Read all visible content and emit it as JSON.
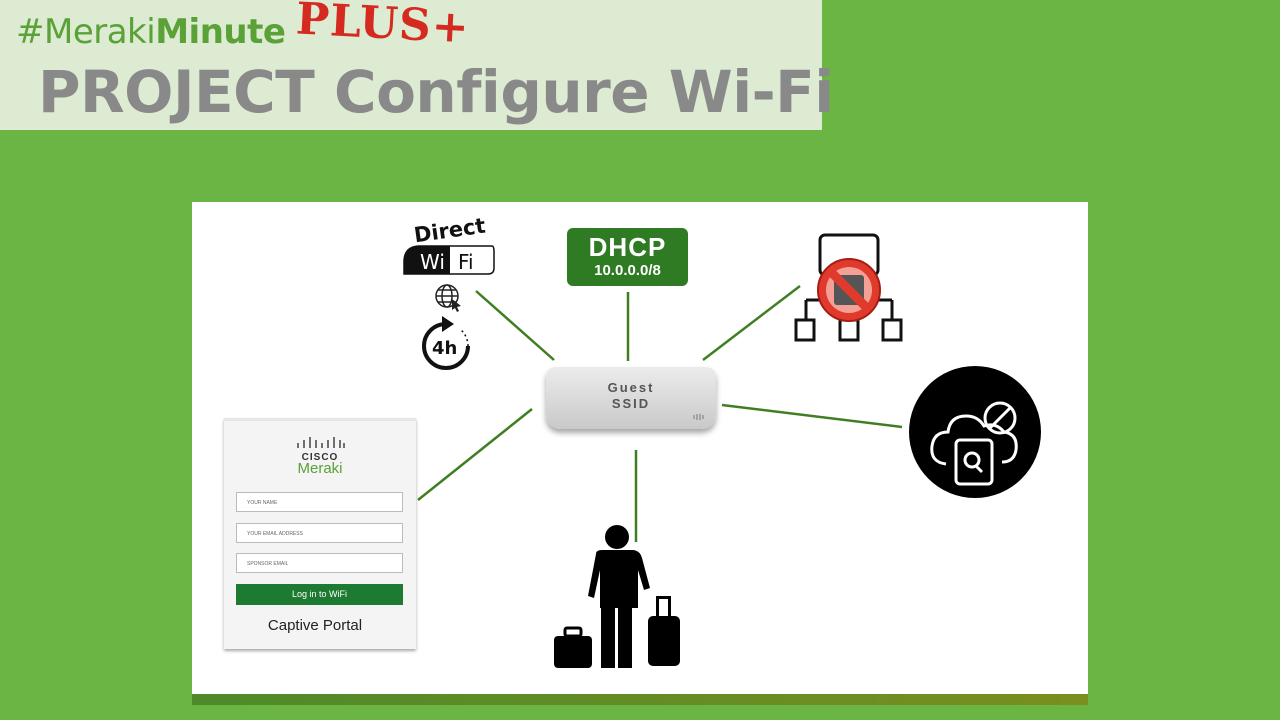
{
  "header": {
    "hashtag_part1": "#Meraki",
    "hashtag_part2": "Minute",
    "plus": "PLUS+",
    "title": "PROJECT Configure Wi-Fi"
  },
  "dhcp": {
    "label": "DHCP",
    "subnet": "10.0.0.0/8"
  },
  "access_point": {
    "line1": "Guest",
    "line2": "SSID"
  },
  "wifi_direct": {
    "word1": "Direct",
    "word2": "Wi",
    "word3": "Fi",
    "timer": "4h"
  },
  "captive_portal": {
    "brand1": "CISCO",
    "brand2": "Meraki",
    "field_name": "YOUR NAME",
    "field_email": "YOUR EMAIL ADDRESS",
    "field_sponsor": "SPONSOR EMAIL",
    "button": "Log in to WiFi",
    "caption": "Captive Portal"
  },
  "colors": {
    "background": "#6bb545",
    "header_bg": "#dcebd1",
    "accent_green": "#5aa137",
    "dhcp_green": "#2f7b24",
    "plus_red": "#d42a1f",
    "title_gray": "#898989"
  }
}
